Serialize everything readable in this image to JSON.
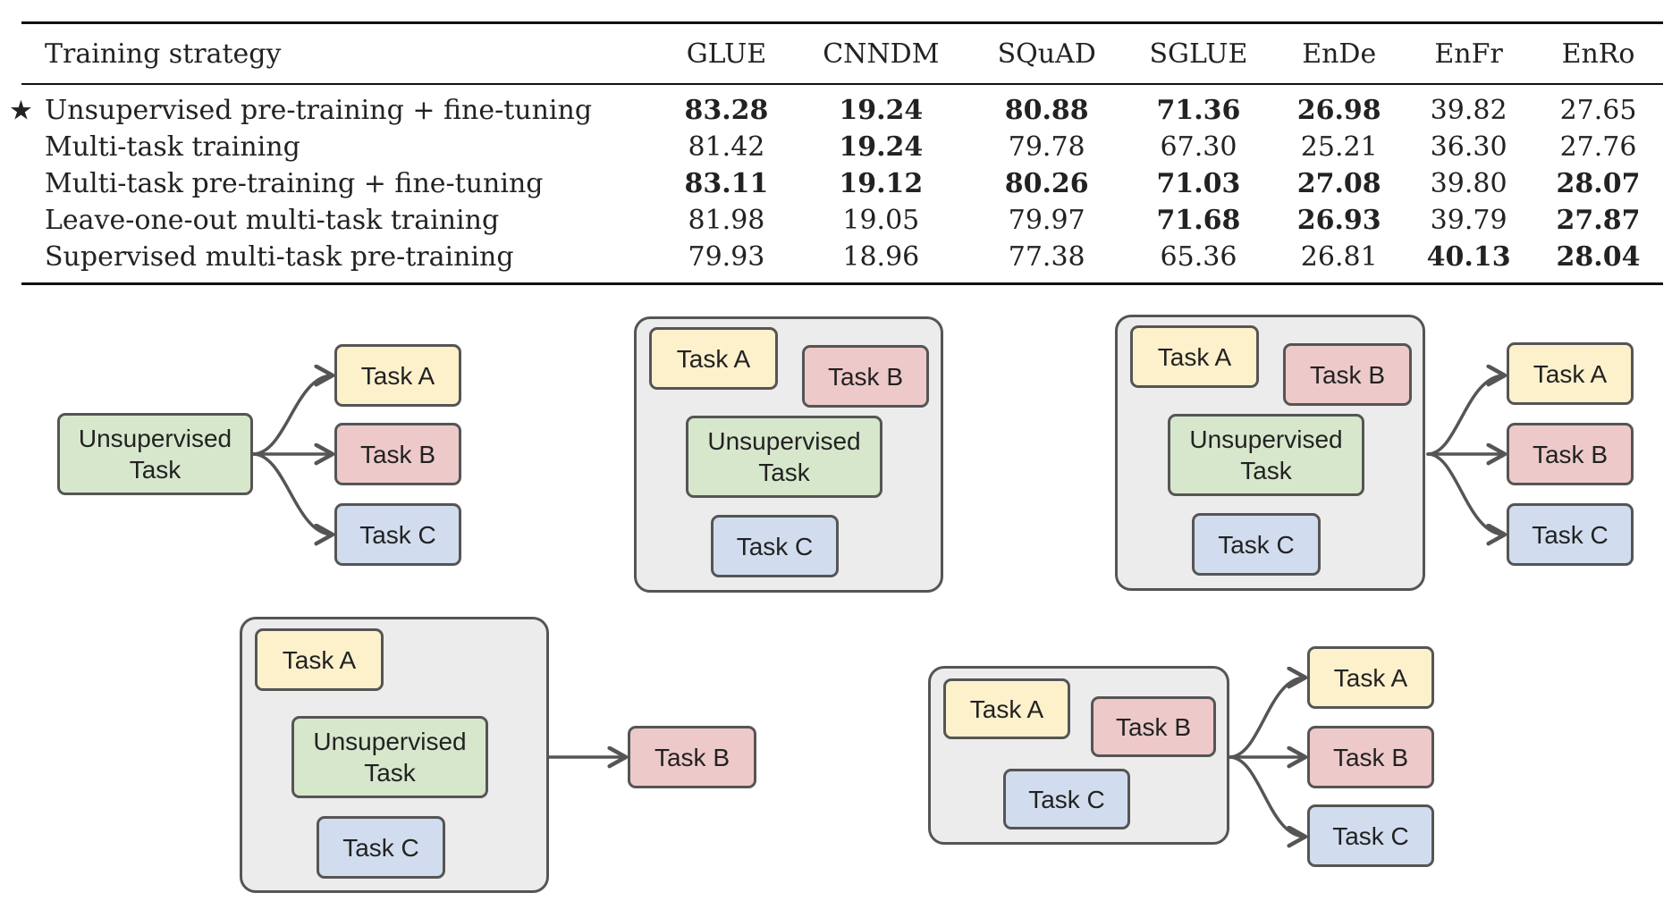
{
  "table": {
    "columns": [
      "Training strategy",
      "GLUE",
      "CNNDM",
      "SQuAD",
      "SGLUE",
      "EnDe",
      "EnFr",
      "EnRo"
    ],
    "baseline_marker": "★",
    "rows": [
      {
        "strategy": "Unsupervised pre-training + fine-tuning",
        "baseline": true,
        "values": [
          "83.28",
          "19.24",
          "80.88",
          "71.36",
          "26.98",
          "39.82",
          "27.65"
        ],
        "bold": [
          true,
          true,
          true,
          true,
          true,
          false,
          false
        ]
      },
      {
        "strategy": "Multi-task training",
        "baseline": false,
        "values": [
          "81.42",
          "19.24",
          "79.78",
          "67.30",
          "25.21",
          "36.30",
          "27.76"
        ],
        "bold": [
          false,
          true,
          false,
          false,
          false,
          false,
          false
        ]
      },
      {
        "strategy": "Multi-task pre-training + fine-tuning",
        "baseline": false,
        "values": [
          "83.11",
          "19.12",
          "80.26",
          "71.03",
          "27.08",
          "39.80",
          "28.07"
        ],
        "bold": [
          true,
          true,
          true,
          true,
          true,
          false,
          true
        ]
      },
      {
        "strategy": "Leave-one-out multi-task training",
        "baseline": false,
        "values": [
          "81.98",
          "19.05",
          "79.97",
          "71.68",
          "26.93",
          "39.79",
          "27.87"
        ],
        "bold": [
          false,
          false,
          false,
          true,
          true,
          false,
          true
        ]
      },
      {
        "strategy": "Supervised multi-task pre-training",
        "baseline": false,
        "values": [
          "79.93",
          "18.96",
          "77.38",
          "65.36",
          "26.81",
          "40.13",
          "28.04"
        ],
        "bold": [
          false,
          false,
          false,
          false,
          false,
          true,
          true
        ]
      }
    ]
  },
  "diagram_labels": {
    "task_a": "Task A",
    "task_b": "Task B",
    "task_c": "Task C",
    "unsupervised_task": "Unsupervised Task"
  },
  "colors": {
    "task_a": "#fdf1cc",
    "task_b": "#eec9c9",
    "task_c": "#d1ddee",
    "unsupervised": "#d7e7cc",
    "group_background": "#ececec",
    "outline": "#555555"
  }
}
